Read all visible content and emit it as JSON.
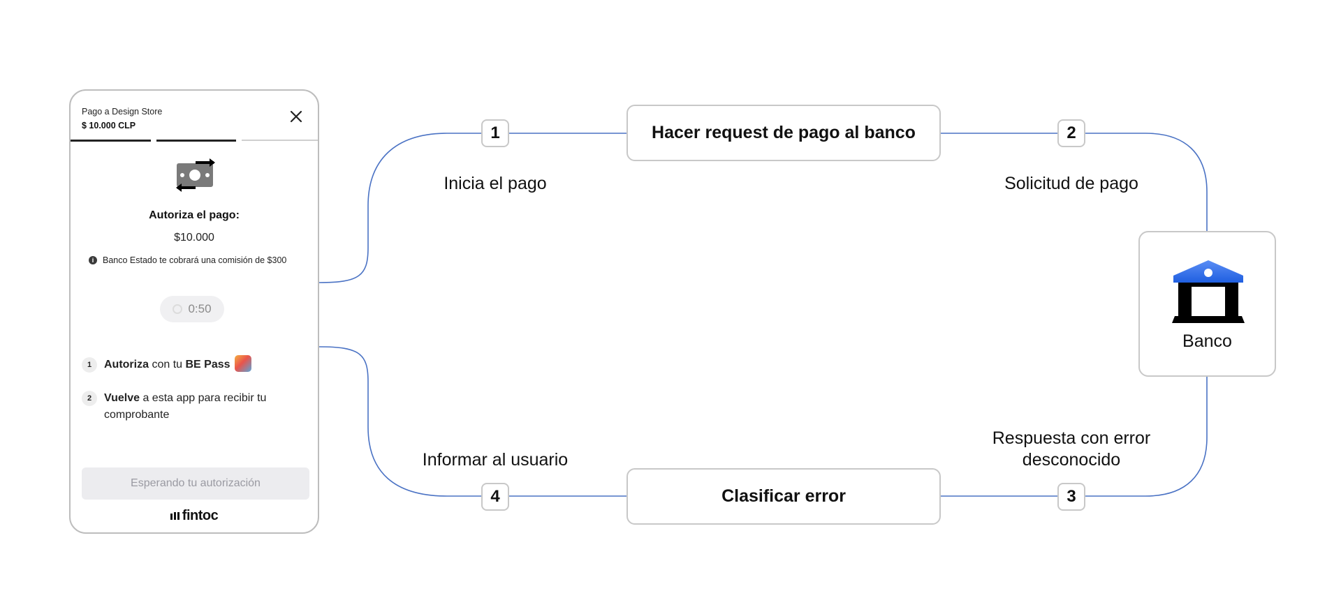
{
  "phone": {
    "header_title": "Pago a Design Store",
    "header_amount": "$ 10.000 CLP",
    "auth_title": "Autoriza el pago:",
    "auth_amount": "$10.000",
    "fee_note": "Banco Estado te cobrará una comisión de $300",
    "timer": "0:50",
    "step1_num": "1",
    "step1_bold": "Autoriza",
    "step1_text": " con tu ",
    "step1_bold2": "BE Pass",
    "step2_num": "2",
    "step2_bold": "Vuelve",
    "step2_text": " a esta app para recibir tu comprobante",
    "wait_button": "Esperando tu autorización",
    "logo": "fintoc"
  },
  "flow": {
    "top_box": "Hacer request de pago al banco",
    "bottom_box": "Clasificar error",
    "bank_label": "Banco",
    "badge1": "1",
    "badge2": "2",
    "badge3": "3",
    "badge4": "4",
    "label1": "Inicia el pago",
    "label2": "Solicitud de pago",
    "label3_line1": "Respuesta con error",
    "label3_line2": "desconocido",
    "label4": "Informar al usuario"
  },
  "colors": {
    "line": "#4a72c4",
    "bank_roof_top": "#5b8ef5",
    "bank_roof_bottom": "#1f5fe0"
  }
}
